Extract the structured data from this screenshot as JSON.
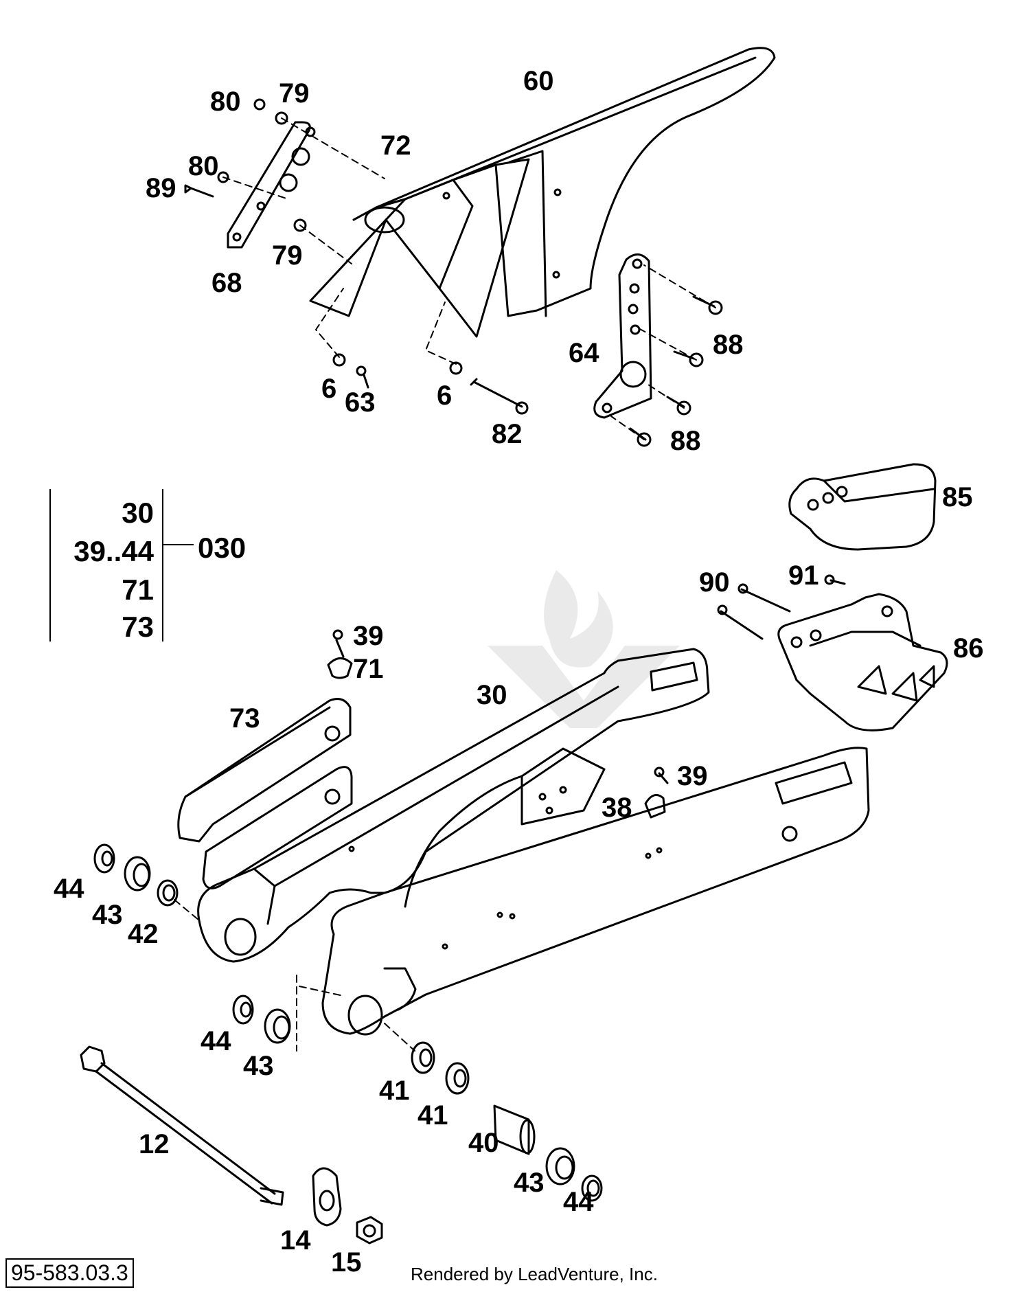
{
  "diagram": {
    "callouts": [
      {
        "id": "80a",
        "label": "80"
      },
      {
        "id": "79a",
        "label": "79"
      },
      {
        "id": "60",
        "label": "60"
      },
      {
        "id": "72",
        "label": "72"
      },
      {
        "id": "80b",
        "label": "80"
      },
      {
        "id": "89",
        "label": "89"
      },
      {
        "id": "79b",
        "label": "79"
      },
      {
        "id": "68",
        "label": "68"
      },
      {
        "id": "64",
        "label": "64"
      },
      {
        "id": "88a",
        "label": "88"
      },
      {
        "id": "88b",
        "label": "88"
      },
      {
        "id": "6a",
        "label": "6"
      },
      {
        "id": "63",
        "label": "63"
      },
      {
        "id": "6b",
        "label": "6"
      },
      {
        "id": "82",
        "label": "82"
      },
      {
        "id": "85",
        "label": "85"
      },
      {
        "id": "90",
        "label": "90"
      },
      {
        "id": "91",
        "label": "91"
      },
      {
        "id": "86",
        "label": "86"
      },
      {
        "id": "39a",
        "label": "39"
      },
      {
        "id": "71",
        "label": "71"
      },
      {
        "id": "73",
        "label": "73"
      },
      {
        "id": "30",
        "label": "30"
      },
      {
        "id": "39b",
        "label": "39"
      },
      {
        "id": "38",
        "label": "38"
      },
      {
        "id": "44a",
        "label": "44"
      },
      {
        "id": "43a",
        "label": "43"
      },
      {
        "id": "42",
        "label": "42"
      },
      {
        "id": "44b",
        "label": "44"
      },
      {
        "id": "43b",
        "label": "43"
      },
      {
        "id": "41a",
        "label": "41"
      },
      {
        "id": "41b",
        "label": "41"
      },
      {
        "id": "40",
        "label": "40"
      },
      {
        "id": "12",
        "label": "12"
      },
      {
        "id": "43c",
        "label": "43"
      },
      {
        "id": "44c",
        "label": "44"
      },
      {
        "id": "14",
        "label": "14"
      },
      {
        "id": "15",
        "label": "15"
      }
    ],
    "kit": {
      "code": "030",
      "items": [
        "30",
        "39..44",
        "71",
        "73"
      ]
    }
  },
  "footer": {
    "doc_ref": "95-583.03.3",
    "credit": "Rendered by LeadVenture, Inc."
  }
}
